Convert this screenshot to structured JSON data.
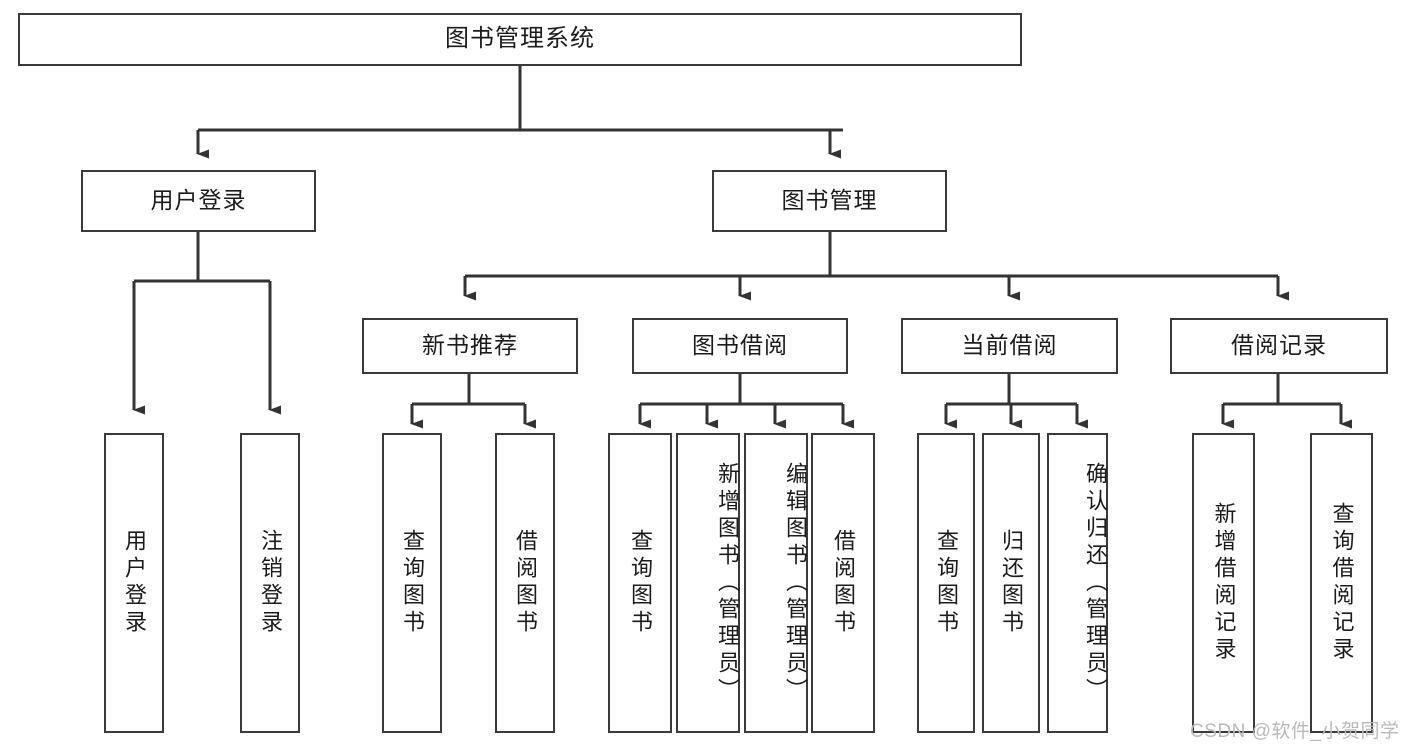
{
  "diagram": {
    "title": "图书管理系统",
    "type": "tree-hierarchy-diagram",
    "watermark": "CSDN @软件_小贺同学",
    "colors": {
      "border": "#3a3a3a",
      "background": "#ffffff",
      "text": "#1b1b1b",
      "edge": "#333333",
      "watermark": "#b9b9b9"
    },
    "nodes": {
      "root": {
        "label": "图书管理系统"
      },
      "level2": [
        {
          "id": "user-login",
          "label": "用户登录"
        },
        {
          "id": "book-management",
          "label": "图书管理"
        }
      ],
      "level3": [
        {
          "id": "new-book-recommend",
          "label": "新书推荐"
        },
        {
          "id": "book-borrow",
          "label": "图书借阅"
        },
        {
          "id": "current-borrow",
          "label": "当前借阅"
        },
        {
          "id": "borrow-record",
          "label": "借阅记录"
        }
      ],
      "leaves": {
        "user-login": [
          {
            "id": "leaf-user-login",
            "label": "用户登录"
          },
          {
            "id": "leaf-logout",
            "label": "注销登录"
          }
        ],
        "new-book-recommend": [
          {
            "id": "leaf-query-book-1",
            "label": "查询图书"
          },
          {
            "id": "leaf-borrow-book-1",
            "label": "借阅图书"
          }
        ],
        "book-borrow": [
          {
            "id": "leaf-query-book-2",
            "label": "查询图书"
          },
          {
            "id": "leaf-add-book",
            "label": "新增图书（管理员）"
          },
          {
            "id": "leaf-edit-book",
            "label": "编辑图书（管理员）"
          },
          {
            "id": "leaf-borrow-book-2",
            "label": "借阅图书"
          }
        ],
        "current-borrow": [
          {
            "id": "leaf-query-book-3",
            "label": "查询图书"
          },
          {
            "id": "leaf-return-book",
            "label": "归还图书"
          },
          {
            "id": "leaf-confirm-return",
            "label": "确认归还（管理员）"
          }
        ],
        "borrow-record": [
          {
            "id": "leaf-add-record",
            "label": "新增借阅记录"
          },
          {
            "id": "leaf-query-record",
            "label": "查询借阅记录"
          }
        ]
      }
    }
  }
}
